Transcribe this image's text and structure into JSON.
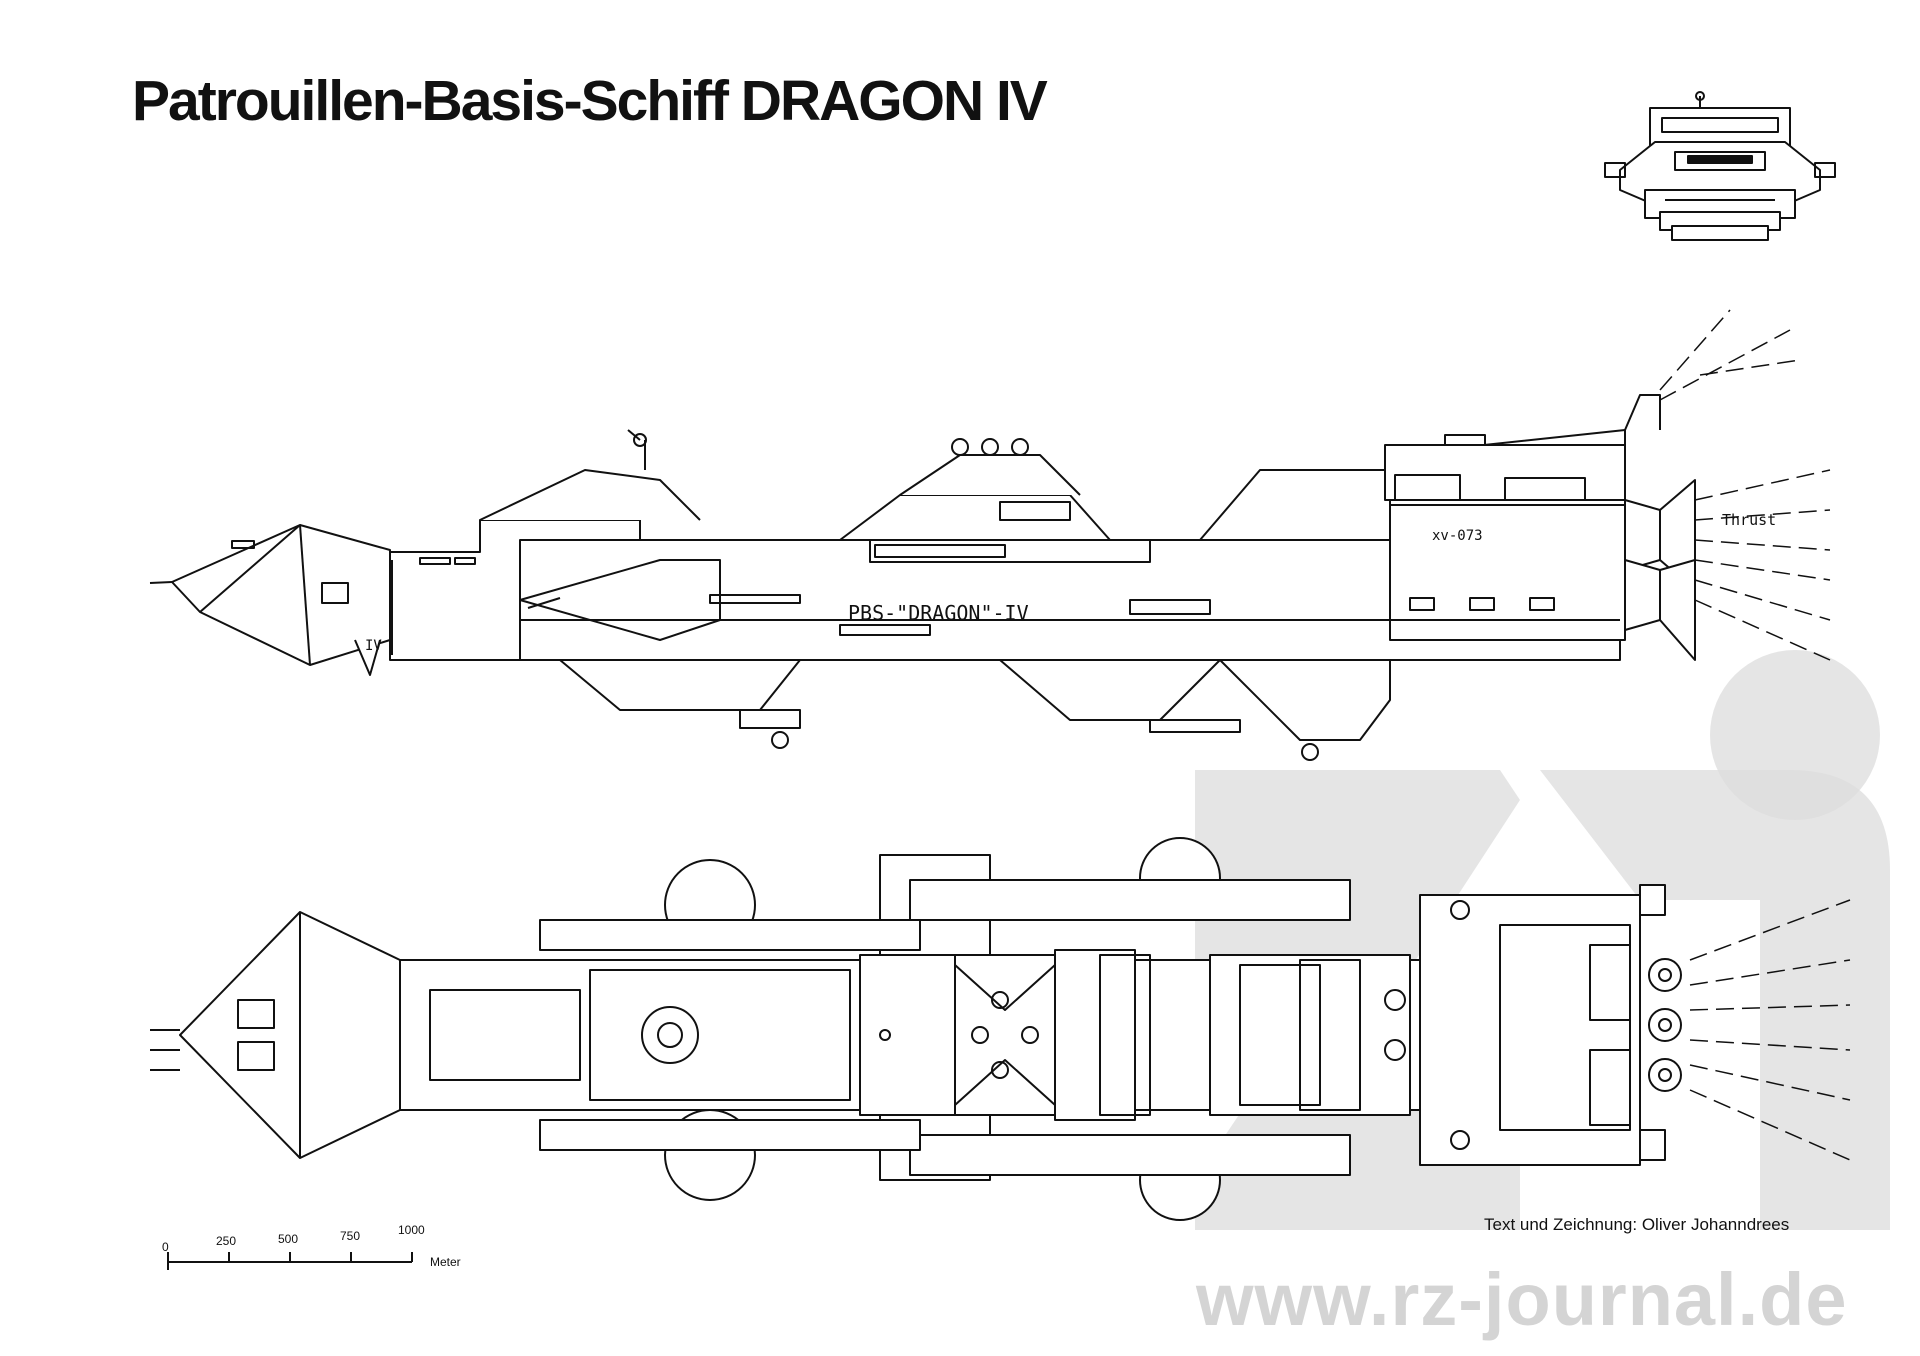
{
  "title": "Patrouillen-Basis-Schiff DRAGON IV",
  "side_view": {
    "hull_name": "PBS-\"DRAGON\"-IV",
    "registry": "xv-073",
    "bow_mark": "IV",
    "thrust_label": "Thrust"
  },
  "scale_bar": {
    "ticks": [
      "0",
      "250",
      "500",
      "750",
      "1000"
    ],
    "unit": "Meter"
  },
  "credit": "Text und Zeichnung: Oliver Johanndrees",
  "watermark": {
    "url": "www.rz-journal.de",
    "color": "#d4d4d4"
  },
  "colors": {
    "ink": "#111111",
    "watermark": "#d4d4d4",
    "background": "#ffffff"
  }
}
